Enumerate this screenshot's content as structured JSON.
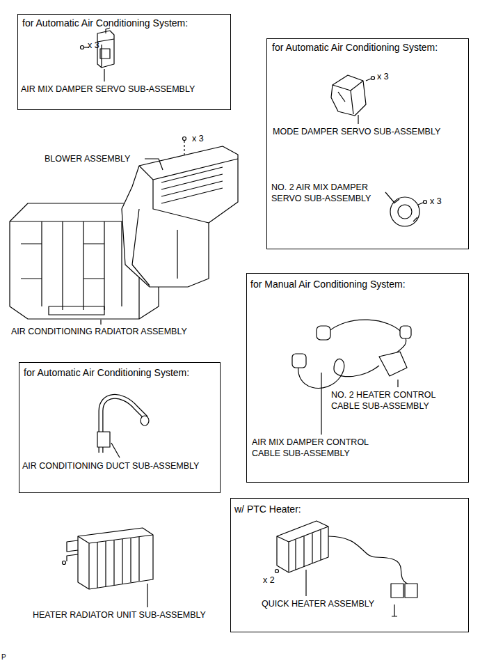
{
  "diagram": {
    "nodes": [
      {
        "text": [
          "for Automatic Air Conditioning System:",
          "x 3",
          "AIR MIX DAMPER SERVO SUB-ASSEMBLY"
        ]
      },
      {
        "text": [
          "for Automatic Air Conditioning System:",
          "x 3",
          "MODE DAMPER SERVO SUB-ASSEMBLY",
          "NO. 2 AIR MIX DAMPER SERVO SUB-ASSEMBLY",
          "x 3"
        ]
      },
      {
        "text": [
          "for Manual Air Conditioning System:",
          "NO. 2 HEATER CONTROL CABLE SUB-ASSEMBLY",
          "AIR MIX DAMPER CONTROL CABLE SUB-ASSEMBLY"
        ]
      },
      {
        "text": [
          "for Automatic Air Conditioning System:",
          "AIR CONDITIONING DUCT SUB-ASSEMBLY"
        ]
      },
      {
        "text": [
          "w/ PTC Heater:",
          "x 2",
          "QUICK HEATER ASSEMBLY"
        ]
      }
    ],
    "labels": [
      "x 3",
      "BLOWER ASSEMBLY",
      "AIR CONDITIONING RADIATOR ASSEMBLY",
      "HEATER RADIATOR UNIT SUB-ASSEMBLY",
      "P"
    ]
  }
}
